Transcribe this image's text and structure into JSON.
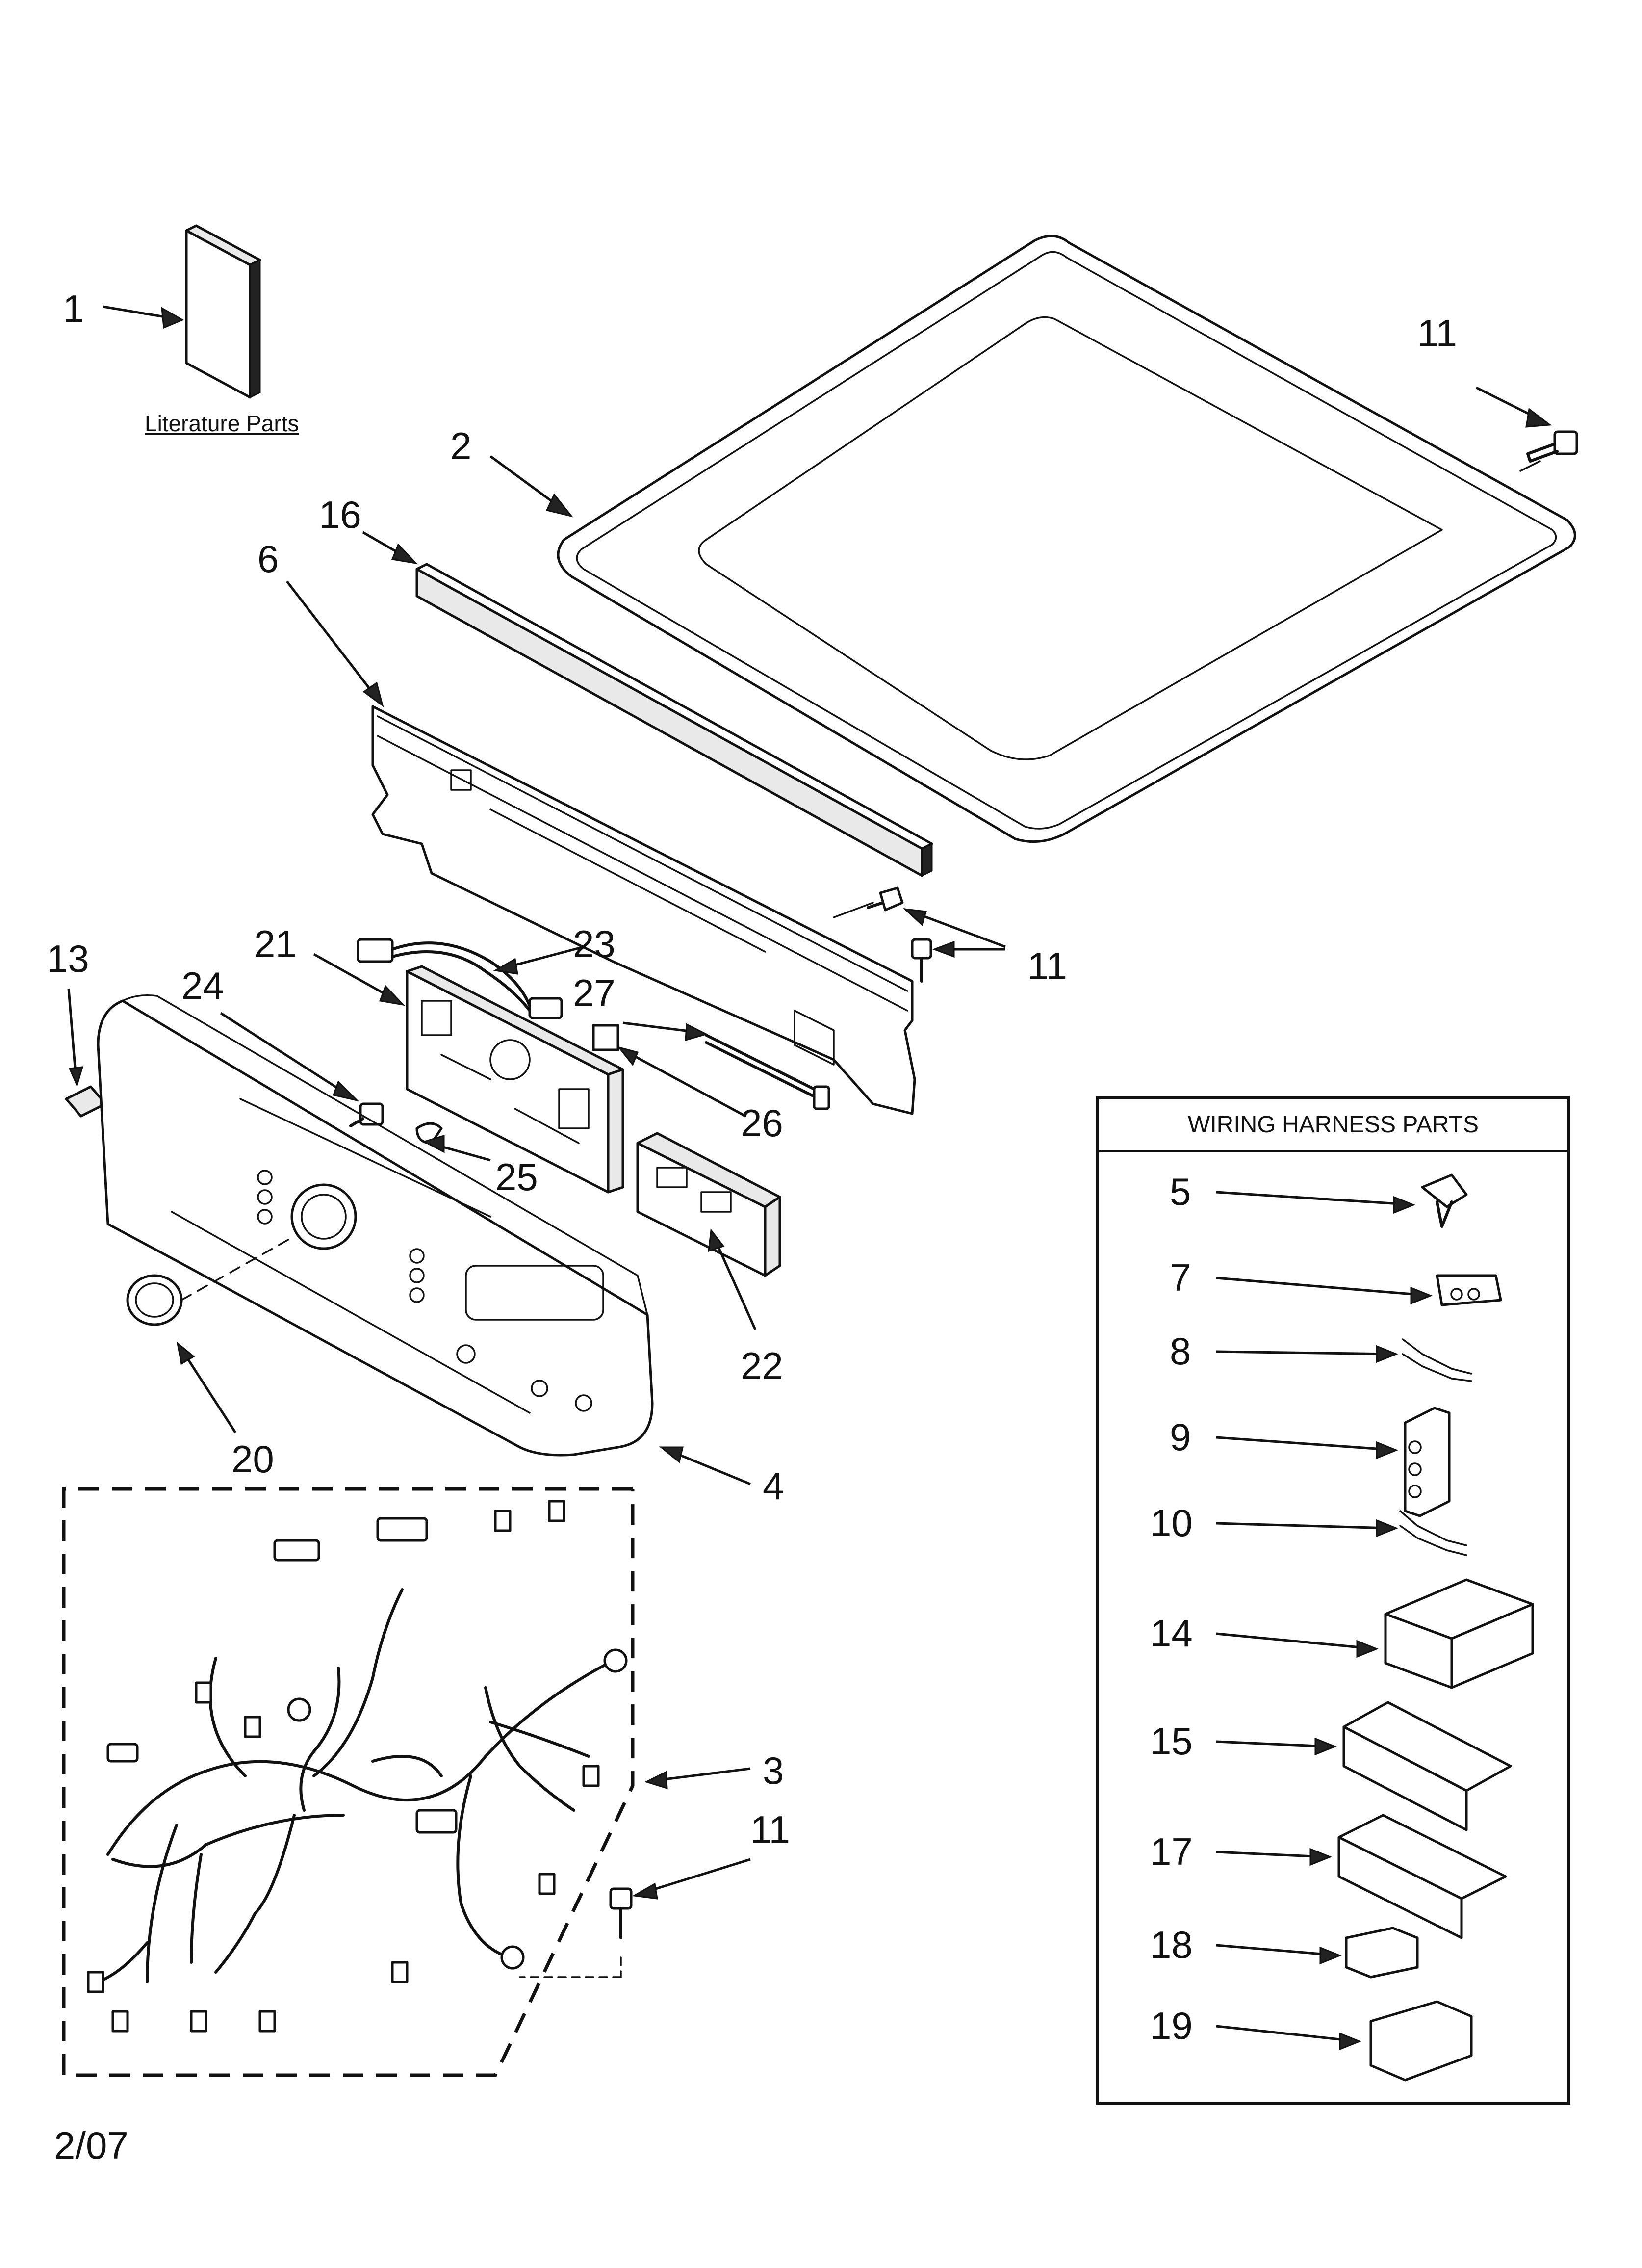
{
  "literature_label": "Literature Parts",
  "harness_title": "WIRING HARNESS PARTS",
  "date_code": "2/07",
  "callouts": {
    "c1": "1",
    "c2": "2",
    "c3": "3",
    "c4": "4",
    "c6": "6",
    "c11a": "11",
    "c11b": "11",
    "c11c": "11",
    "c13": "13",
    "c16": "16",
    "c20": "20",
    "c21": "21",
    "c22": "22",
    "c23": "23",
    "c24": "24",
    "c25": "25",
    "c26": "26",
    "c27": "27"
  },
  "harness_items": [
    "5",
    "7",
    "8",
    "9",
    "10",
    "14",
    "15",
    "17",
    "18",
    "19"
  ]
}
